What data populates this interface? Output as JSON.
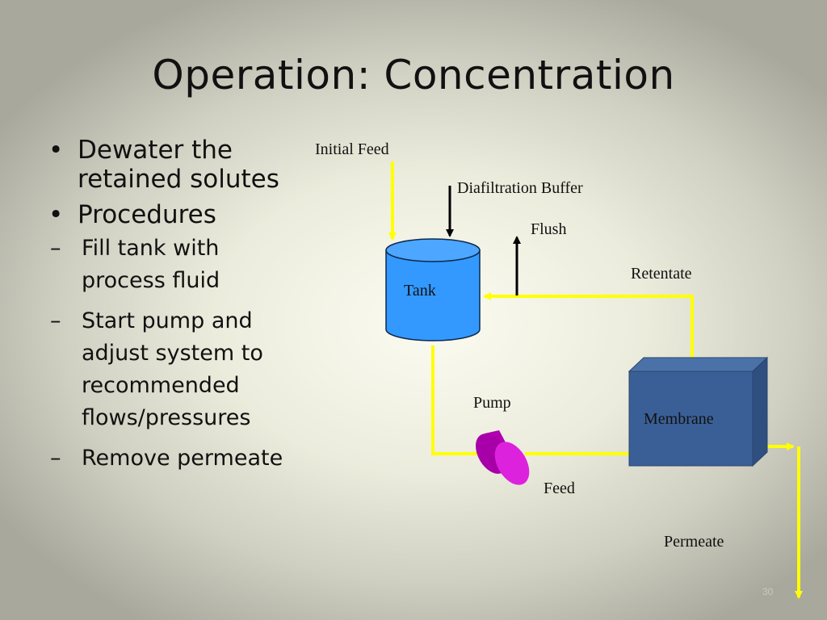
{
  "slide": {
    "title": "Operation:  Concentration",
    "page_number": "30"
  },
  "bullets": [
    {
      "text": "Dewater the retained solutes",
      "lines": [
        "Dewater the",
        "retained solutes"
      ],
      "sub": []
    },
    {
      "text": "Procedures",
      "lines": [
        "Procedures"
      ],
      "sub": [
        {
          "text": "Fill tank with process fluid",
          "lines": [
            "Fill tank with",
            "process fluid"
          ]
        },
        {
          "text": "Start pump and adjust system to recommended flows/pressures",
          "lines": [
            "Start pump and",
            "adjust system to",
            "recommended",
            "flows/pressures"
          ]
        },
        {
          "text": "Remove permeate",
          "lines": [
            "Remove permeate"
          ]
        }
      ]
    }
  ],
  "diagram": {
    "labels": {
      "initial_feed": "Initial Feed",
      "diafiltration_buffer": "Diafiltration Buffer",
      "flush": "Flush",
      "retentate": "Retentate",
      "tank": "Tank",
      "pump": "Pump",
      "membrane": "Membrane",
      "feed": "Feed",
      "permeate": "Permeate"
    },
    "colors": {
      "flow_line": "#ffff00",
      "tank": "#3399ff",
      "membrane": "#3a5f96",
      "pump": "#cc00cc",
      "arrow_black": "#000000"
    }
  }
}
